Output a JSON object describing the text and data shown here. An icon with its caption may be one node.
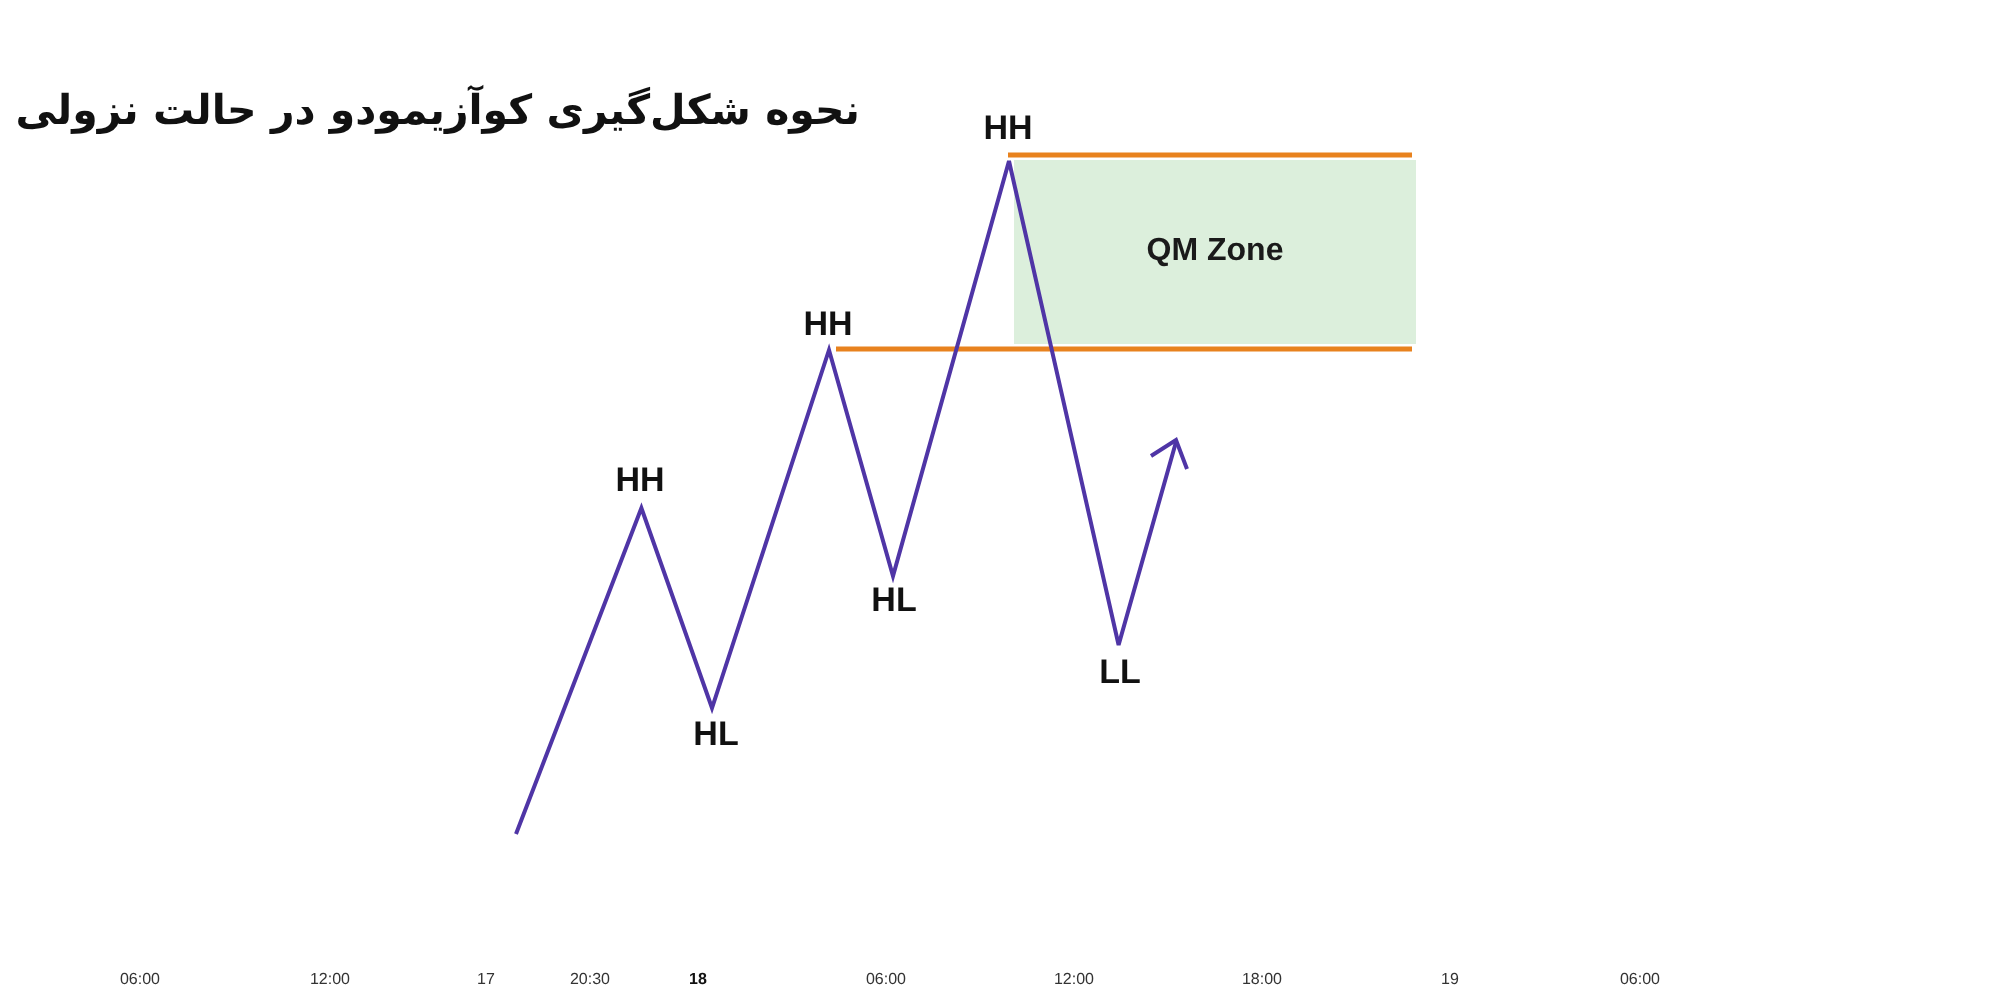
{
  "diagram": {
    "title": "نحوه شکل‌گیری کوآزیمودو در حالت نزولی",
    "nodes": [
      {
        "text": [
          "QM Zone"
        ]
      }
    ],
    "labels": [
      "HH",
      "HH",
      "HH",
      "HL",
      "LL",
      "HL",
      "06:00",
      "12:00",
      "17",
      "20:30",
      "18",
      "06:00",
      "12:00",
      "18:00",
      "19",
      "06:00"
    ]
  }
}
